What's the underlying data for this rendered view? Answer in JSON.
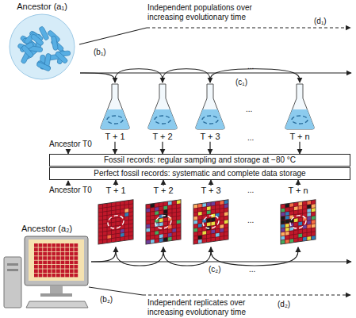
{
  "diagram": {
    "nodes": [
      {
        "text": [
          "Ancestor (a₁)"
        ]
      },
      {
        "text": [
          "T + 1"
        ]
      },
      {
        "text": [
          "T + 2"
        ]
      },
      {
        "text": [
          "T + 3"
        ]
      },
      {
        "text": [
          "T + n"
        ]
      },
      {
        "text": [
          "Fossil records: regular sampling and storage at −80 °C"
        ]
      },
      {
        "text": [
          "Perfect fossil records: systematic and complete data storage"
        ]
      },
      {
        "text": [
          "T + 1"
        ]
      },
      {
        "text": [
          "T + 2"
        ]
      },
      {
        "text": [
          "T + 3"
        ]
      },
      {
        "text": [
          "T + n"
        ]
      },
      {
        "text": [
          "Ancestor (a₂)"
        ]
      }
    ],
    "edges": [
      {
        "from": 0,
        "to": 1,
        "arrow": "to"
      },
      {
        "from": 1,
        "to": 2,
        "arrow": "to"
      },
      {
        "from": 2,
        "to": 3,
        "arrow": "to"
      },
      {
        "from": 3,
        "to": 4,
        "arrow": "to"
      },
      {
        "from": 1,
        "to": 5,
        "arrow": "to"
      },
      {
        "from": 2,
        "to": 5,
        "arrow": "to"
      },
      {
        "from": 3,
        "to": 5,
        "arrow": "to"
      },
      {
        "from": 4,
        "to": 5,
        "arrow": "to"
      },
      {
        "from": 7,
        "to": 6,
        "arrow": "to"
      },
      {
        "from": 8,
        "to": 6,
        "arrow": "to"
      },
      {
        "from": 9,
        "to": 6,
        "arrow": "to"
      },
      {
        "from": 10,
        "to": 6,
        "arrow": "to"
      },
      {
        "from": 11,
        "to": 7,
        "arrow": "to"
      },
      {
        "from": 7,
        "to": 8,
        "arrow": "to"
      },
      {
        "from": 8,
        "to": 9,
        "arrow": "to"
      },
      {
        "from": 9,
        "to": 10,
        "arrow": "to"
      }
    ],
    "labels": [
      "Independent populations over increasing evolutionary time",
      "(b₁)",
      "(d₁)",
      "(c₁)",
      "...",
      "...",
      "Ancestor T0",
      "...",
      "Ancestor T0",
      "...",
      "...",
      "...",
      "(c₂)",
      "(b₂)",
      "(d₂)",
      "Independent replicates over increasing evolutionary time"
    ]
  }
}
